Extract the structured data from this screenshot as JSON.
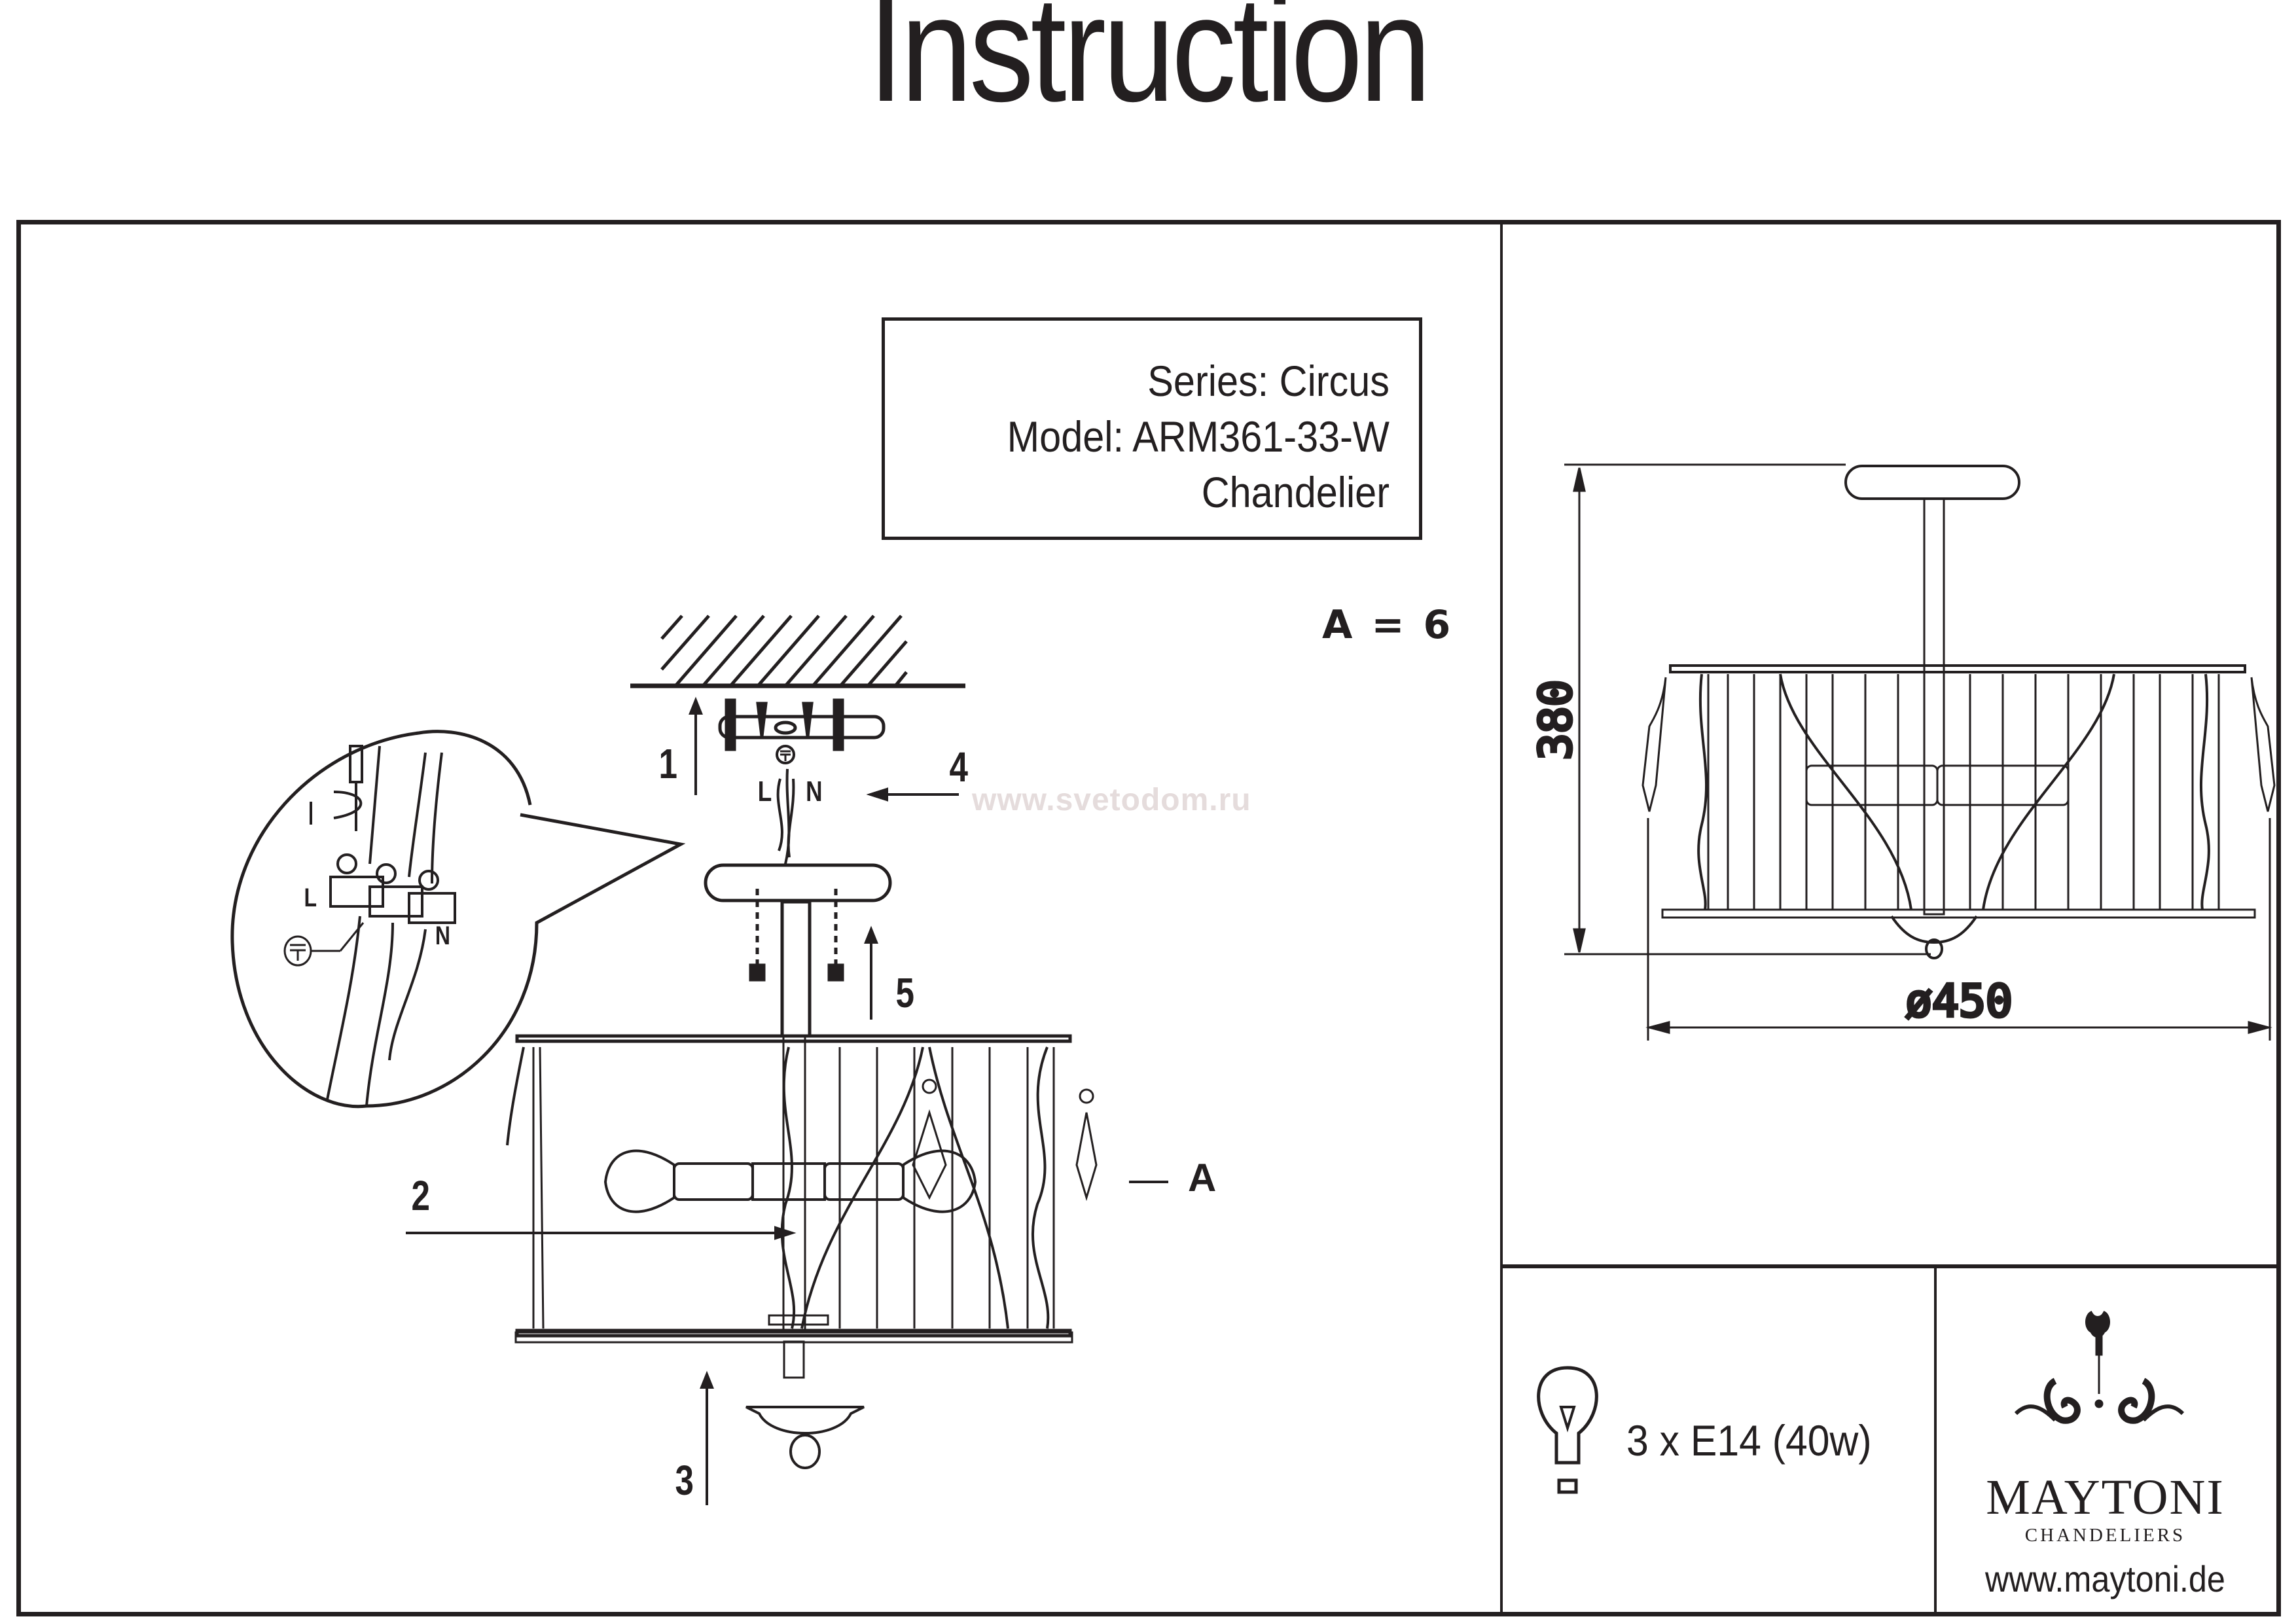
{
  "document": {
    "title": "Instruction",
    "watermark": "www.svetodom.ru"
  },
  "product": {
    "series": "Series: Circus",
    "model": "Model: ARM361-33-W",
    "type": "Chandelier"
  },
  "parts_note": "A = 6",
  "assembly": {
    "steps": [
      "1",
      "2",
      "3",
      "4",
      "5"
    ],
    "part_label": "A",
    "wiring": {
      "live_label": "L",
      "neutral_label": "N",
      "ground_icon": "ground-symbol"
    }
  },
  "dimensions": {
    "height": "380",
    "diameter": "ø450"
  },
  "bulb": {
    "icon": "light-bulb-icon",
    "spec": "3 x E14 (40w)"
  },
  "brand": {
    "name": "MAYTONI",
    "tagline": "CHANDELIERS",
    "url": "www.maytoni.de"
  }
}
